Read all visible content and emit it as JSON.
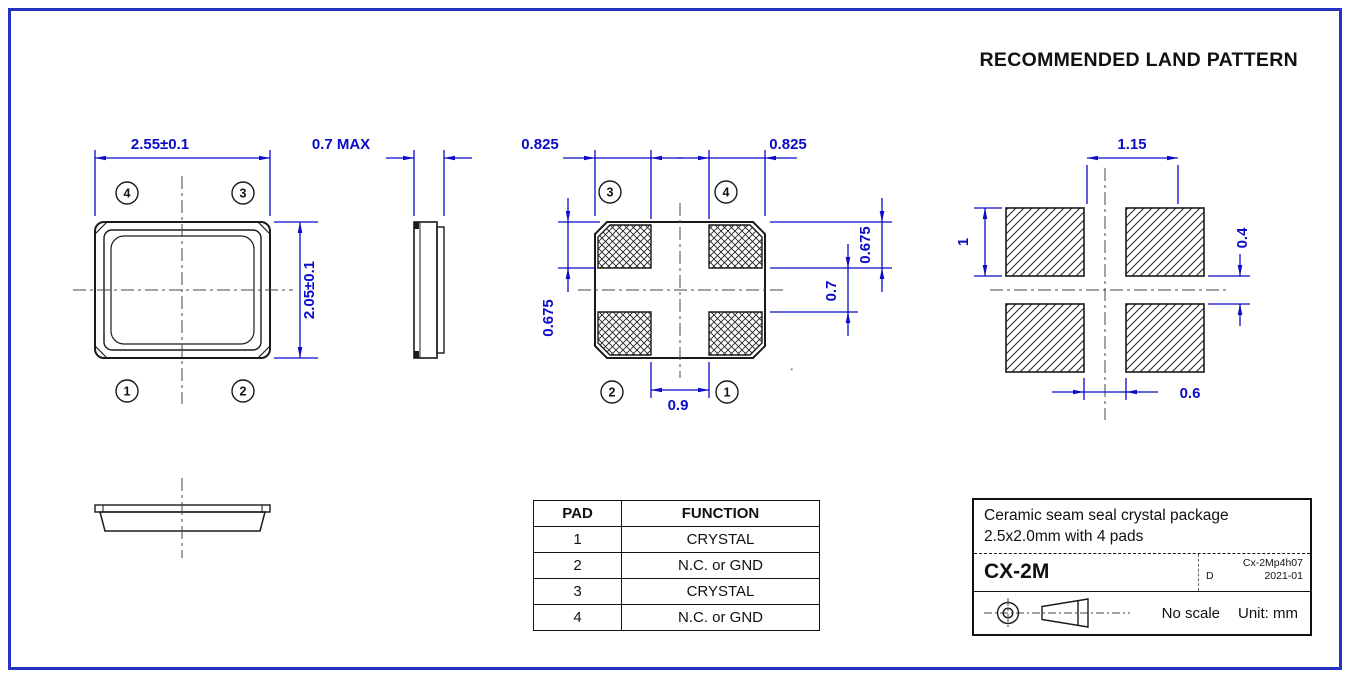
{
  "heading": "RECOMMENDED LAND PATTERN",
  "colors": {
    "dim_blue": "#0a0ac8",
    "border_blue": "#2633c4",
    "line_black": "#1a1a1a"
  },
  "top_view": {
    "dim_width": "2.55±0.1",
    "dim_height": "2.05±0.1",
    "pad_top_left": "4",
    "pad_top_right": "3",
    "pad_bottom_left": "1",
    "pad_bottom_right": "2"
  },
  "side_view": {
    "dim_thickness": "0.7 MAX"
  },
  "bottom_view": {
    "dim_pad_width_left": "0.825",
    "dim_pad_width_right": "0.825",
    "dim_pad_height_left": "0.675",
    "dim_pad_height_right": "0.675",
    "dim_pad_gap_vertical": "0.7",
    "dim_bottom_gap": "0.9",
    "pad_top_left": "3",
    "pad_top_right": "4",
    "pad_bottom_left": "2",
    "pad_bottom_right": "1",
    "stray_dot": "."
  },
  "land_pattern": {
    "dim_pad_width": "1.15",
    "dim_pad_height": "1",
    "dim_gap_vertical": "0.4",
    "dim_gap_horizontal": "0.6"
  },
  "pad_table": {
    "headers": [
      "PAD",
      "FUNCTION"
    ],
    "rows": [
      [
        "1",
        "CRYSTAL"
      ],
      [
        "2",
        "N.C. or GND"
      ],
      [
        "3",
        "CRYSTAL"
      ],
      [
        "4",
        "N.C. or GND"
      ]
    ]
  },
  "title_block": {
    "description_line1": "Ceramic seam seal crystal package",
    "description_line2": "2.5x2.0mm with 4 pads",
    "part_number": "CX-2M",
    "doc_code": "Cx-2Mp4h07",
    "revision": "D",
    "date": "2021-01",
    "scale_note": "No scale",
    "unit_note": "Unit: mm"
  }
}
